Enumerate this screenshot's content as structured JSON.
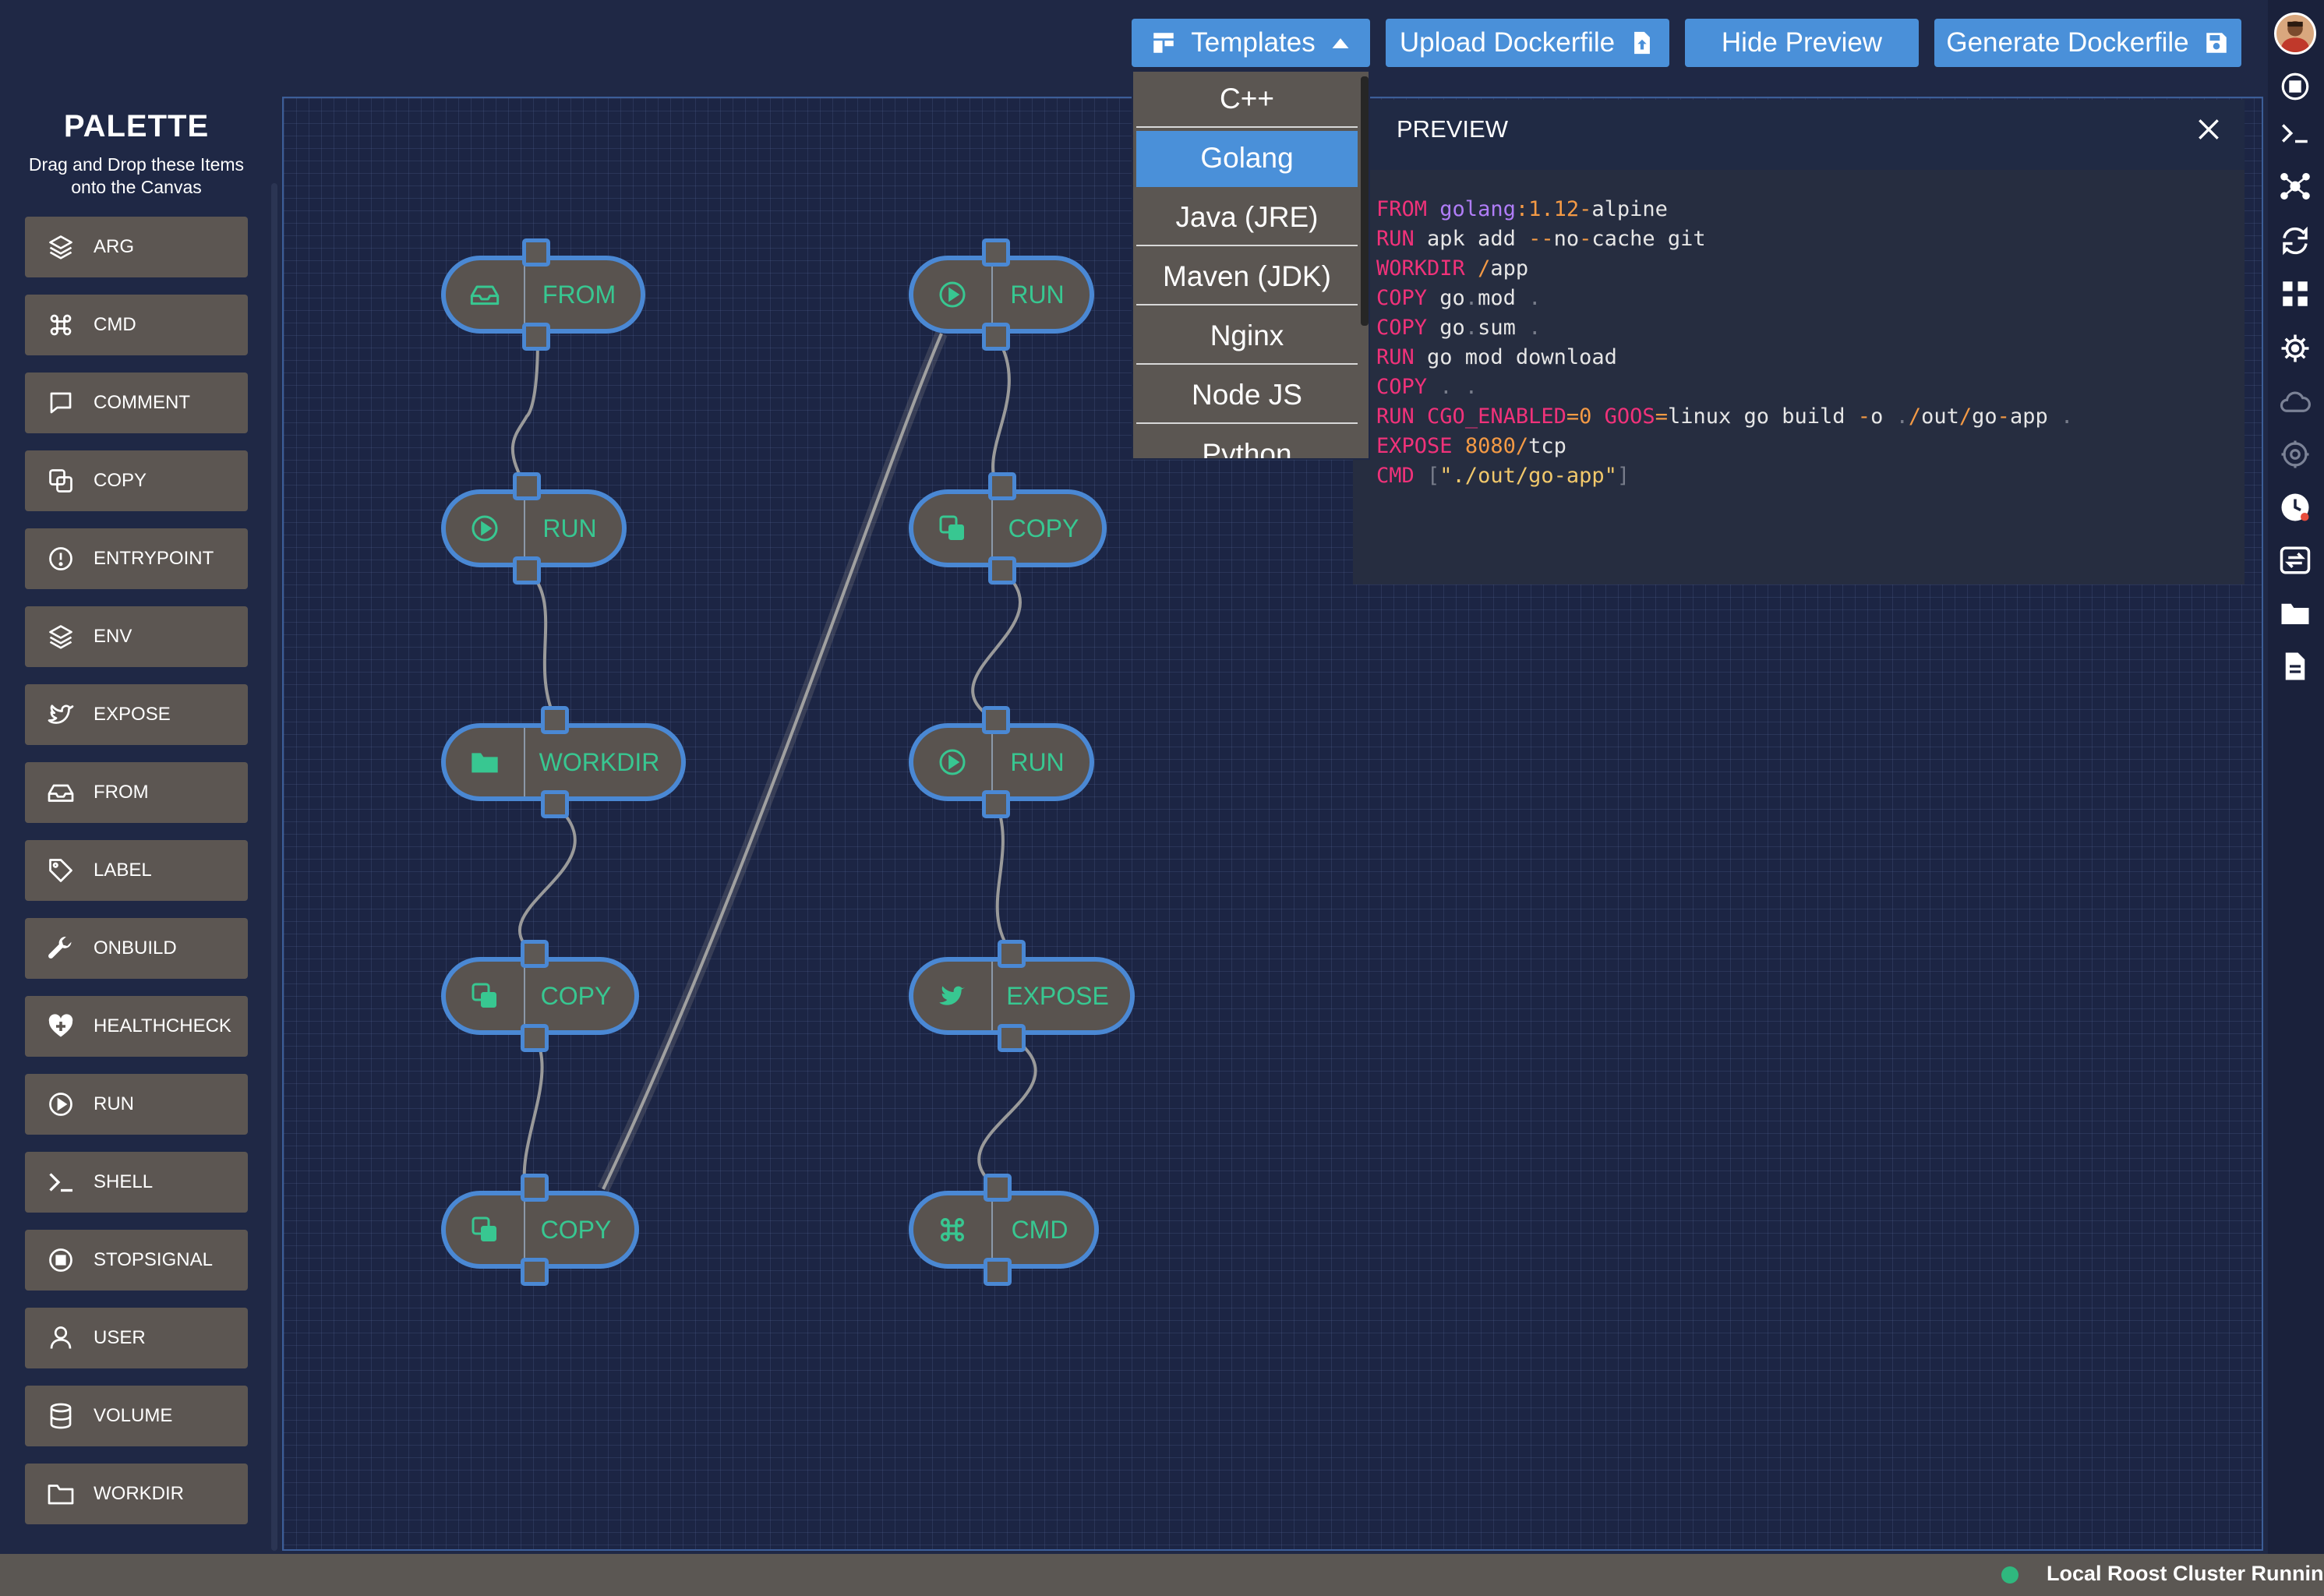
{
  "toolbar": {
    "templates_label": "Templates",
    "upload_label": "Upload Dockerfile",
    "hide_preview_label": "Hide Preview",
    "generate_label": "Generate Dockerfile"
  },
  "templates_menu": {
    "options": [
      "C++",
      "Golang",
      "Java (JRE)",
      "Maven (JDK)",
      "Nginx",
      "Node JS",
      "Python"
    ],
    "selected": "Golang"
  },
  "palette": {
    "title": "PALETTE",
    "subtitle_line1": "Drag and Drop these Items",
    "subtitle_line2": "onto the Canvas",
    "items": [
      {
        "label": "ARG",
        "icon": "layers-icon"
      },
      {
        "label": "CMD",
        "icon": "command-icon"
      },
      {
        "label": "COMMENT",
        "icon": "comment-icon"
      },
      {
        "label": "COPY",
        "icon": "copy-icon"
      },
      {
        "label": "ENTRYPOINT",
        "icon": "alert-circle-icon"
      },
      {
        "label": "ENV",
        "icon": "layers-icon"
      },
      {
        "label": "EXPOSE",
        "icon": "twitter-icon"
      },
      {
        "label": "FROM",
        "icon": "inbox-icon"
      },
      {
        "label": "LABEL",
        "icon": "tag-icon"
      },
      {
        "label": "ONBUILD",
        "icon": "wrench-icon"
      },
      {
        "label": "HEALTHCHECK",
        "icon": "heart-plus-icon"
      },
      {
        "label": "RUN",
        "icon": "play-circle-icon"
      },
      {
        "label": "SHELL",
        "icon": "terminal-icon"
      },
      {
        "label": "STOPSIGNAL",
        "icon": "stop-circle-icon"
      },
      {
        "label": "USER",
        "icon": "user-icon"
      },
      {
        "label": "VOLUME",
        "icon": "database-icon"
      },
      {
        "label": "WORKDIR",
        "icon": "folder-icon"
      }
    ]
  },
  "canvas": {
    "nodes": [
      {
        "label": "FROM",
        "icon": "inbox-icon"
      },
      {
        "label": "RUN",
        "icon": "play-circle-icon"
      },
      {
        "label": "WORKDIR",
        "icon": "folder-icon"
      },
      {
        "label": "COPY",
        "icon": "copy-icon"
      },
      {
        "label": "COPY",
        "icon": "copy-icon"
      },
      {
        "label": "RUN",
        "icon": "play-circle-icon"
      },
      {
        "label": "COPY",
        "icon": "copy-icon"
      },
      {
        "label": "RUN",
        "icon": "play-circle-icon"
      },
      {
        "label": "EXPOSE",
        "icon": "twitter-icon"
      },
      {
        "label": "CMD",
        "icon": "command-icon"
      }
    ]
  },
  "preview": {
    "title": "PREVIEW",
    "lines": [
      [
        {
          "t": "FROM",
          "c": "kw"
        },
        {
          "t": " ",
          "c": "tx"
        },
        {
          "t": "golang",
          "c": "img"
        },
        {
          "t": ":",
          "c": "op"
        },
        {
          "t": "1.12",
          "c": "num"
        },
        {
          "t": "-",
          "c": "op"
        },
        {
          "t": "alpine",
          "c": "tx"
        }
      ],
      [
        {
          "t": "RUN",
          "c": "kw"
        },
        {
          "t": " apk add ",
          "c": "tx"
        },
        {
          "t": "--",
          "c": "op"
        },
        {
          "t": "no",
          "c": "tx"
        },
        {
          "t": "-",
          "c": "op"
        },
        {
          "t": "cache git",
          "c": "tx"
        }
      ],
      [
        {
          "t": "WORKDIR",
          "c": "kw"
        },
        {
          "t": " ",
          "c": "tx"
        },
        {
          "t": "/",
          "c": "op"
        },
        {
          "t": "app",
          "c": "tx"
        }
      ],
      [
        {
          "t": "COPY",
          "c": "kw"
        },
        {
          "t": " go",
          "c": "tx"
        },
        {
          "t": ".",
          "c": "dim"
        },
        {
          "t": "mod ",
          "c": "tx"
        },
        {
          "t": ".",
          "c": "dim"
        }
      ],
      [
        {
          "t": "COPY",
          "c": "kw"
        },
        {
          "t": " go",
          "c": "tx"
        },
        {
          "t": ".",
          "c": "dim"
        },
        {
          "t": "sum ",
          "c": "tx"
        },
        {
          "t": ".",
          "c": "dim"
        }
      ],
      [
        {
          "t": "RUN",
          "c": "kw"
        },
        {
          "t": " go mod download",
          "c": "tx"
        }
      ],
      [
        {
          "t": "COPY",
          "c": "kw"
        },
        {
          "t": " . .",
          "c": "dim"
        }
      ],
      [
        {
          "t": "RUN",
          "c": "kw"
        },
        {
          "t": " ",
          "c": "tx"
        },
        {
          "t": "CGO_ENABLED",
          "c": "kw"
        },
        {
          "t": "=",
          "c": "op"
        },
        {
          "t": "0",
          "c": "num"
        },
        {
          "t": " ",
          "c": "tx"
        },
        {
          "t": "GOOS",
          "c": "kw"
        },
        {
          "t": "=",
          "c": "op"
        },
        {
          "t": "linux go build ",
          "c": "tx"
        },
        {
          "t": "-",
          "c": "op"
        },
        {
          "t": "o ",
          "c": "tx"
        },
        {
          "t": ".",
          "c": "dim"
        },
        {
          "t": "/",
          "c": "op"
        },
        {
          "t": "out",
          "c": "tx"
        },
        {
          "t": "/",
          "c": "op"
        },
        {
          "t": "go",
          "c": "tx"
        },
        {
          "t": "-",
          "c": "op"
        },
        {
          "t": "app ",
          "c": "tx"
        },
        {
          "t": ".",
          "c": "dim"
        }
      ],
      [
        {
          "t": "EXPOSE",
          "c": "kw"
        },
        {
          "t": " ",
          "c": "tx"
        },
        {
          "t": "8080",
          "c": "num"
        },
        {
          "t": "/",
          "c": "op"
        },
        {
          "t": "tcp",
          "c": "tx"
        }
      ],
      [
        {
          "t": "CMD",
          "c": "kw"
        },
        {
          "t": " [",
          "c": "dim"
        },
        {
          "t": "\"./out/go-app\"",
          "c": "str"
        },
        {
          "t": "]",
          "c": "dim"
        }
      ]
    ]
  },
  "status": {
    "text": "Local Roost Cluster Running"
  },
  "rail_icons": [
    "avatar",
    "stop-circle-icon",
    "terminal-icon",
    "network-icon",
    "sync-icon",
    "apps-icon",
    "helm-icon",
    "cloud-icon",
    "cog-icon",
    "clock-icon",
    "swap-icon",
    "folder-icon",
    "file-icon"
  ],
  "colors": {
    "accent": "#4a90d9",
    "node_label": "#38c791",
    "keyword": "#f0327a",
    "image": "#b07df7",
    "number": "#f49a45",
    "text": "#e6e6e6",
    "dim": "#777c8a",
    "string": "#f1c86b",
    "status_ok": "#2fb87e"
  }
}
